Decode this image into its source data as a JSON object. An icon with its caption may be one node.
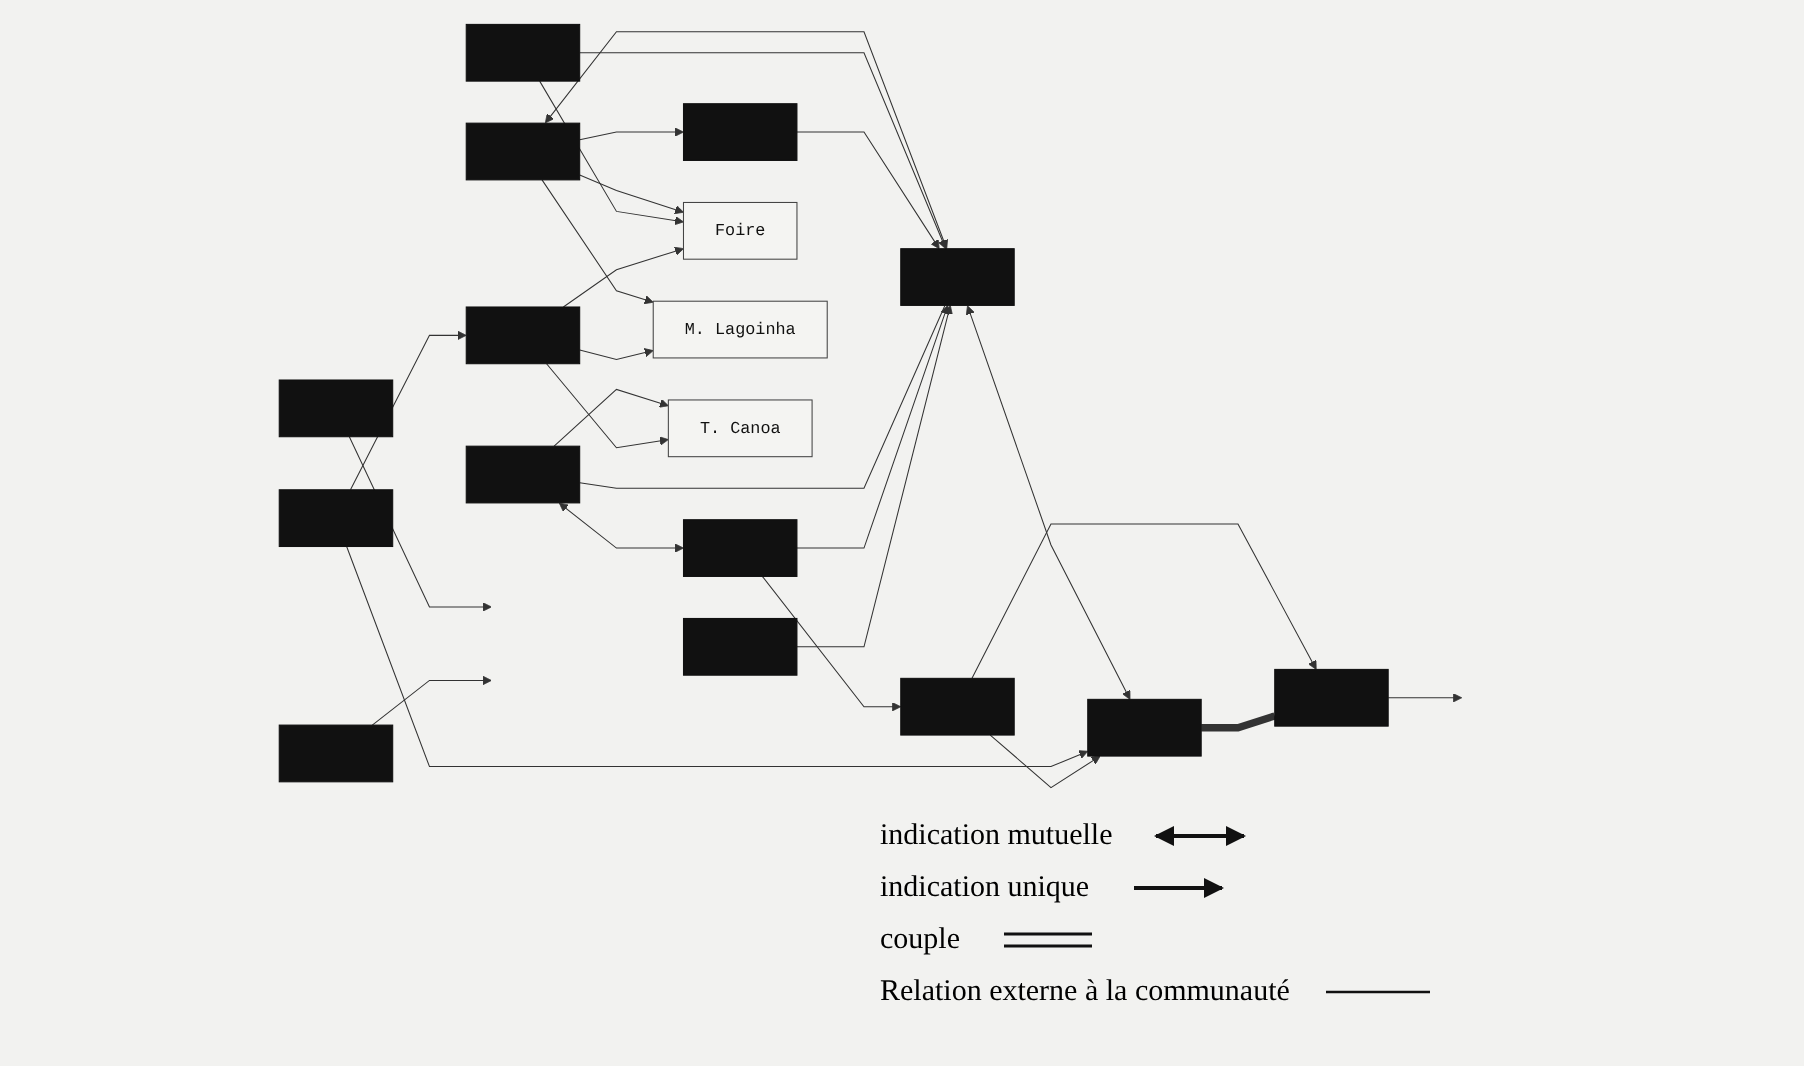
{
  "diagram": {
    "nodes": [
      {
        "text": [],
        "shape": "box"
      },
      {
        "text": [],
        "shape": "box"
      },
      {
        "text": [],
        "shape": "box"
      },
      {
        "text": [],
        "shape": "box"
      },
      {
        "text": [],
        "shape": "box"
      },
      {
        "text": [],
        "shape": "box"
      },
      {
        "text": [],
        "shape": "box"
      },
      {
        "text": [],
        "shape": "box"
      },
      {
        "text": [],
        "shape": "box"
      },
      {
        "text": [],
        "shape": "box"
      },
      {
        "text": [],
        "shape": "box"
      },
      {
        "text": [],
        "shape": "box"
      },
      {
        "text": [],
        "shape": "box"
      },
      {
        "text": [],
        "shape": "box"
      },
      {
        "text": [
          "Foire"
        ]
      },
      {
        "text": [
          "M. Lagoinha"
        ]
      },
      {
        "text": [
          "T. Canoa"
        ]
      }
    ],
    "edges": [
      {
        "from": 0,
        "to": null,
        "arrow": "to"
      },
      {
        "from": 4,
        "to": 1,
        "arrow": "to"
      },
      {
        "from": 4,
        "to": 7,
        "arrow": "both"
      },
      {
        "from": 5,
        "to": 7,
        "arrow": "to"
      },
      {
        "from": 1,
        "to": 7,
        "arrow": "to"
      },
      {
        "from": 2,
        "to": 7,
        "arrow": "none"
      },
      {
        "from": 3,
        "to": 7,
        "arrow": "to"
      },
      {
        "from": 2,
        "to": 3,
        "arrow": "both"
      },
      {
        "from": 11,
        "to": 7,
        "arrow": "to"
      },
      {
        "from": 12,
        "to": 6,
        "arrow": "to"
      },
      {
        "from": 7,
        "to": 10,
        "arrow": "both"
      },
      {
        "from": 12,
        "to": 10,
        "arrow": "to"
      },
      {
        "from": 3,
        "to": 8,
        "arrow": "to"
      },
      {
        "from": 8,
        "to": 10,
        "arrow": "to"
      },
      {
        "from": 8,
        "to": 9,
        "arrow": "to"
      },
      {
        "from": 10,
        "to": 9,
        "arrow": "none",
        "style": "thick"
      },
      {
        "from": 9,
        "to": null,
        "arrow": "to"
      },
      {
        "from": 13,
        "to": null,
        "arrow": "to"
      },
      {
        "from": 2,
        "to": 16,
        "arrow": "to"
      },
      {
        "from": 4,
        "to": 14,
        "arrow": "to"
      },
      {
        "from": 5,
        "to": 14,
        "arrow": "to"
      },
      {
        "from": 4,
        "to": 15,
        "arrow": "to"
      },
      {
        "from": 6,
        "to": 14,
        "arrow": "to"
      },
      {
        "from": 6,
        "to": 15,
        "arrow": "to"
      },
      {
        "from": 6,
        "to": 16,
        "arrow": "to"
      }
    ],
    "legend": [
      {
        "text": "indication mutuelle"
      },
      {
        "text": "indication unique"
      },
      {
        "text": "couple"
      },
      {
        "text": "Relation externe à la communauté"
      }
    ]
  }
}
